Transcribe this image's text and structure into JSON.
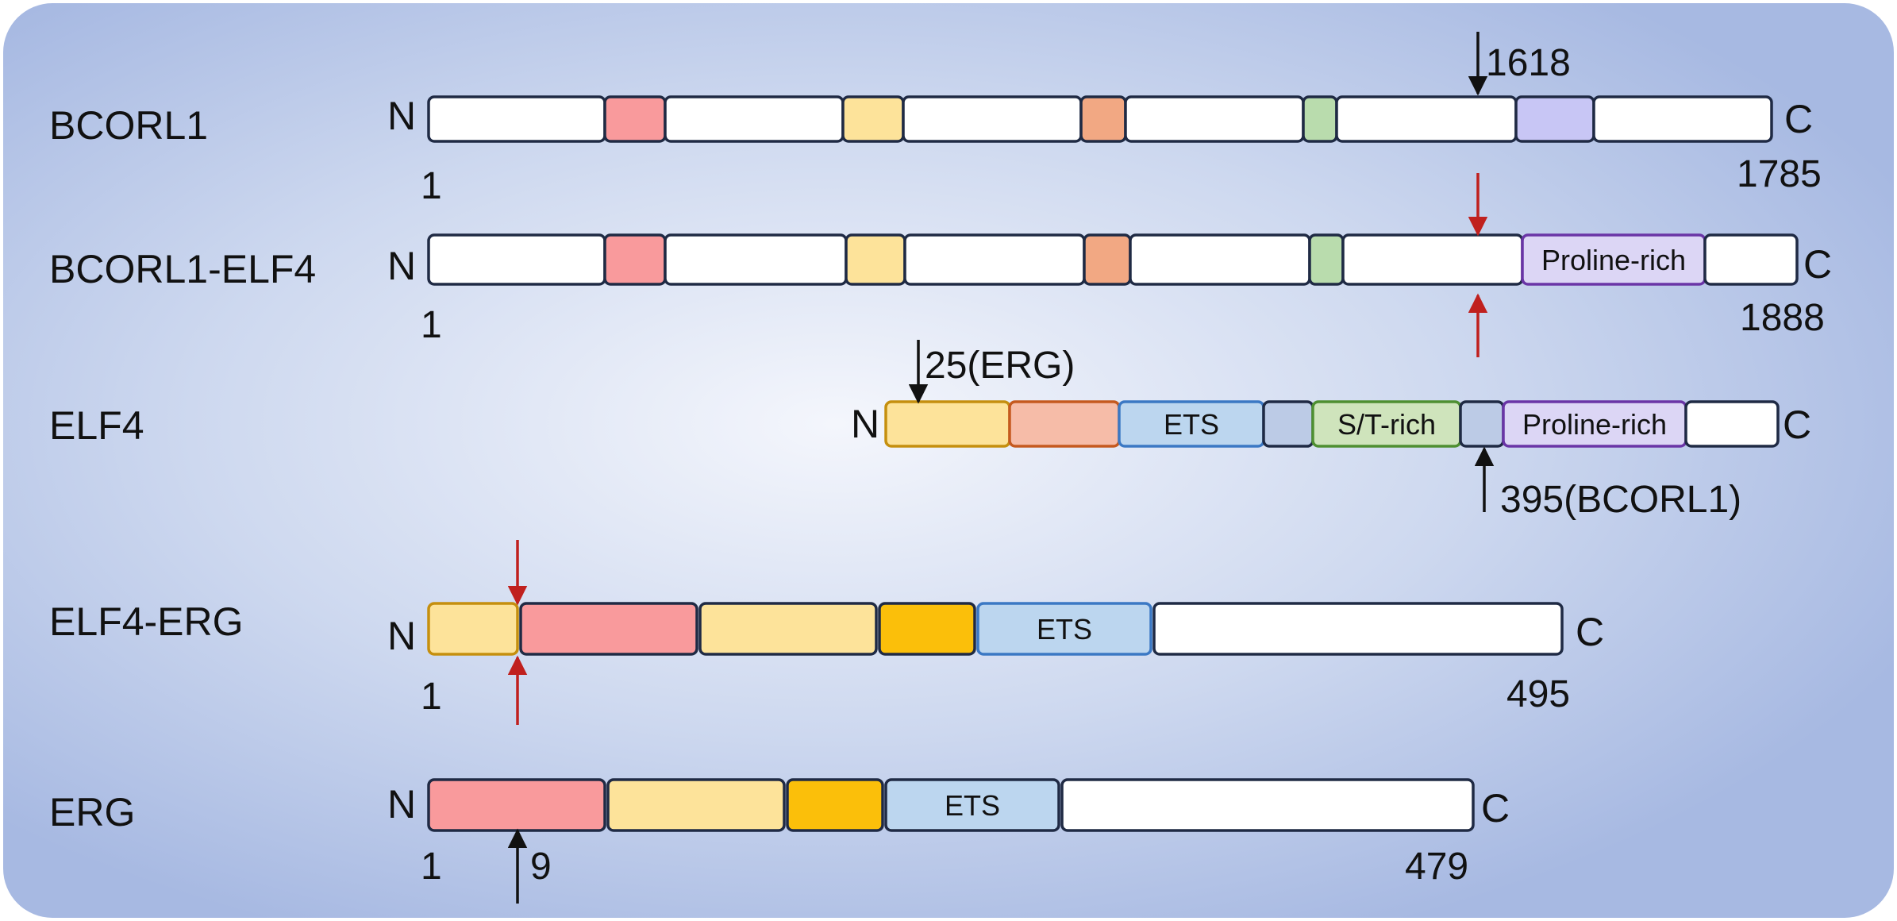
{
  "colors": {
    "background_center": "#f4f6fc",
    "background_edge": "#a7b9e2",
    "outline": "#1f2a44",
    "arrow_fusion": "#c0201e",
    "arrow_breakpoint": "#111111",
    "white": "#ffffff",
    "pink": "#f99a9c",
    "light_yellow": "#fde39a",
    "salmon": "#f2a883",
    "light_green": "#b9dcad",
    "lavender": "#c8c6f5",
    "peach": "#f6bca8",
    "gold": "#fbbf0a",
    "ets_blue": "#bcd6ef",
    "slate_blue": "#bccbe6",
    "st_green": "#cfe4bc",
    "proline_violet": "#dcd6f5"
  },
  "proteins": [
    {
      "name": "BCORL1",
      "n_terminus": "N",
      "c_terminus": "C",
      "start": "1",
      "end": "1785",
      "domains": [
        {
          "label": "",
          "color": "white"
        },
        {
          "label": "",
          "color": "pink"
        },
        {
          "label": "",
          "color": "white"
        },
        {
          "label": "",
          "color": "light_yellow"
        },
        {
          "label": "",
          "color": "white"
        },
        {
          "label": "",
          "color": "salmon"
        },
        {
          "label": "",
          "color": "white"
        },
        {
          "label": "",
          "color": "light_green"
        },
        {
          "label": "",
          "color": "white"
        },
        {
          "label": "",
          "color": "lavender"
        },
        {
          "label": "",
          "color": "white"
        }
      ],
      "markers": [
        {
          "label": "1618",
          "style": "breakpoint-down"
        }
      ]
    },
    {
      "name": "BCORL1-ELF4",
      "n_terminus": "N",
      "c_terminus": "C",
      "start": "1",
      "end": "1888",
      "domains": [
        {
          "label": "",
          "color": "white"
        },
        {
          "label": "",
          "color": "pink"
        },
        {
          "label": "",
          "color": "white"
        },
        {
          "label": "",
          "color": "light_yellow"
        },
        {
          "label": "",
          "color": "white"
        },
        {
          "label": "",
          "color": "salmon"
        },
        {
          "label": "",
          "color": "white"
        },
        {
          "label": "",
          "color": "light_green"
        },
        {
          "label": "",
          "color": "white"
        },
        {
          "label": "Proline-rich",
          "color": "proline_violet"
        },
        {
          "label": "",
          "color": "white"
        }
      ],
      "markers": [
        {
          "label": "",
          "style": "fusion-junction"
        }
      ]
    },
    {
      "name": "ELF4",
      "n_terminus": "N",
      "c_terminus": "C",
      "start": "",
      "end": "",
      "domains": [
        {
          "label": "",
          "color": "light_yellow"
        },
        {
          "label": "",
          "color": "peach"
        },
        {
          "label": "ETS",
          "color": "ets_blue"
        },
        {
          "label": "",
          "color": "slate_blue"
        },
        {
          "label": "S/T-rich",
          "color": "st_green"
        },
        {
          "label": "",
          "color": "slate_blue"
        },
        {
          "label": "Proline-rich",
          "color": "proline_violet"
        },
        {
          "label": "",
          "color": "white"
        }
      ],
      "markers": [
        {
          "label": "25(ERG)",
          "style": "breakpoint-down"
        },
        {
          "label": "395(BCORL1)",
          "style": "breakpoint-up"
        }
      ]
    },
    {
      "name": "ELF4-ERG",
      "n_terminus": "N",
      "c_terminus": "C",
      "start": "1",
      "end": "495",
      "domains": [
        {
          "label": "",
          "color": "light_yellow"
        },
        {
          "label": "",
          "color": "pink"
        },
        {
          "label": "",
          "color": "light_yellow"
        },
        {
          "label": "",
          "color": "gold"
        },
        {
          "label": "ETS",
          "color": "ets_blue"
        },
        {
          "label": "",
          "color": "white"
        }
      ],
      "markers": [
        {
          "label": "",
          "style": "fusion-junction"
        }
      ]
    },
    {
      "name": "ERG",
      "n_terminus": "N",
      "c_terminus": "C",
      "start": "1",
      "end": "479",
      "domains": [
        {
          "label": "",
          "color": "pink"
        },
        {
          "label": "",
          "color": "light_yellow"
        },
        {
          "label": "",
          "color": "gold"
        },
        {
          "label": "ETS",
          "color": "ets_blue"
        },
        {
          "label": "",
          "color": "white"
        }
      ],
      "markers": [
        {
          "label": "9",
          "style": "breakpoint-up"
        }
      ]
    }
  ]
}
